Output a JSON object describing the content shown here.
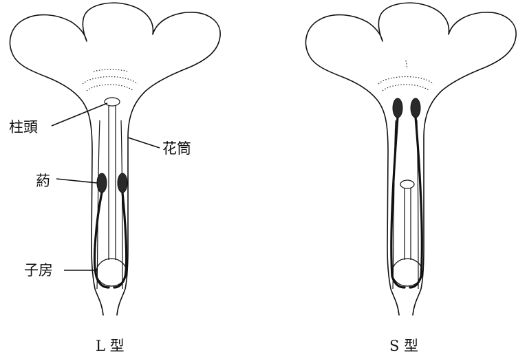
{
  "labels": {
    "stigma": "柱頭",
    "floral_tube": "花筒",
    "anther": "葯",
    "ovary": "子房"
  },
  "types": {
    "left": "L 型",
    "right": "S 型"
  },
  "colors": {
    "ink": "#111111",
    "background": "#ffffff"
  }
}
